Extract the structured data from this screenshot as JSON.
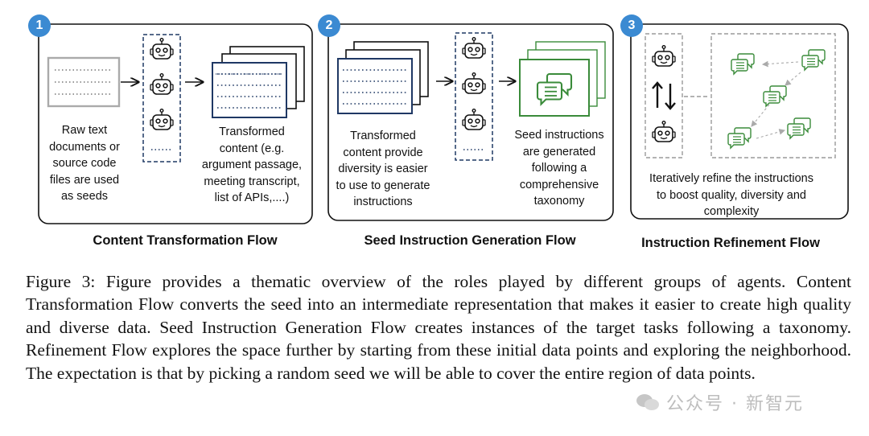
{
  "panels": [
    {
      "number": "1",
      "title": "Content Transformation Flow",
      "left_text": [
        "Raw text",
        "documents or",
        "source code",
        "files are used",
        "as seeds"
      ],
      "right_text": [
        "Transformed",
        "content (e.g.",
        "argument passage,",
        "meeting transcript,",
        "list of APIs,....)"
      ]
    },
    {
      "number": "2",
      "title": "Seed Instruction Generation Flow",
      "left_text": [
        "Transformed",
        "content provide",
        "diversity is easier",
        "to use to generate",
        "instructions"
      ],
      "right_text": [
        "Seed instructions",
        "are generated",
        "following  a",
        "comprehensive",
        "taxonomy"
      ]
    },
    {
      "number": "3",
      "title": "Instruction Refinement Flow",
      "text": [
        "Iteratively refine the instructions",
        "to boost quality, diversity and",
        "complexity"
      ]
    }
  ],
  "caption": "Figure 3: Figure provides a thematic overview of the roles played by different groups of agents. Content Transformation Flow converts the seed into an intermediate representation that makes it easier to create high quality and diverse data. Seed Instruction Generation Flow creates instances of the target tasks following a taxonomy. Refinement Flow explores the space further by starting from these initial data points and exploring the neighborhood. The expectation is that by picking a random seed we will be able to cover the entire region of data points.",
  "watermark": "公众号 · 新智元",
  "colors": {
    "badge": "#3b8ad2",
    "navy": "#1f3864",
    "green": "#3a8b3a",
    "dashed_grey": "#9a9a9a"
  },
  "icons": [
    "robot-icon",
    "document-icon",
    "chat-bubble-icon",
    "cycle-arrows-icon"
  ]
}
